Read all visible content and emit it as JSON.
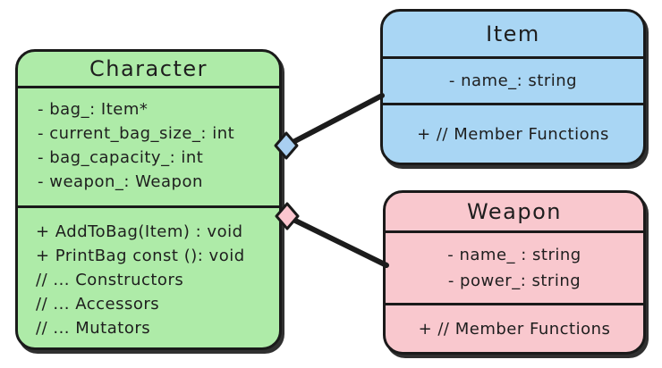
{
  "diagram": {
    "type": "uml-class-diagram",
    "background": "#ffffff",
    "stroke": "#1a1a1a",
    "text_color": "#1e1e1e"
  },
  "classes": [
    {
      "id": "character",
      "title": "Character",
      "fill": "#aeeba8",
      "attributes": [
        "- bag_: Item*",
        "- current_bag_size_: int",
        "- bag_capacity_: int",
        "- weapon_: Weapon"
      ],
      "methods": [
        "+ AddToBag(Item) : void",
        "+ PrintBag const (): void",
        "// ... Constructors",
        "// ... Accessors",
        "// ... Mutators"
      ]
    },
    {
      "id": "item",
      "title": "Item",
      "fill": "#a9d6f4",
      "attributes": [
        "- name_: string"
      ],
      "methods": [
        "+ // Member Functions"
      ]
    },
    {
      "id": "weapon",
      "title": "Weapon",
      "fill": "#f9c8ce",
      "attributes": [
        "- name_ : string",
        "- power_: string"
      ],
      "methods": [
        "+ // Member Functions"
      ]
    }
  ],
  "connectors": [
    {
      "id": "character-item-aggregation",
      "kind": "aggregation",
      "diamond_fill": "#a9cff1",
      "line_color": "#1c1c1c"
    },
    {
      "id": "character-weapon-aggregation",
      "kind": "aggregation",
      "diamond_fill": "#fbc6cf",
      "line_color": "#1c1c1c"
    }
  ]
}
